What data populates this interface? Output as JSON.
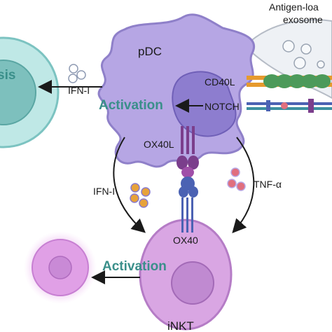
{
  "labels": {
    "antigen_line1": "Antigen-loa",
    "antigen_line2": "exosome",
    "pdc": "pDC",
    "cd40l": "CD40L",
    "notch": "NOTCH",
    "ifn_top": "IFN-I",
    "partial_left": "sis",
    "activation_top": "Activation",
    "ox40l": "OX40L",
    "ifn_mid": "IFN-I",
    "tnf": "TNF-α",
    "ox40": "OX40",
    "activation_bottom": "Activation",
    "inkt": "iNKT"
  },
  "colors": {
    "pdc_cell": "#b3a3e0",
    "pdc_nucleus": "#8a79cc",
    "inkt_cell": "#d9a6e3",
    "inkt_nucleus": "#c08ad1",
    "left_cell": "#9ed8d8",
    "left_nucleus": "#6fb6b6",
    "activation_text": "#3a8f8a",
    "arrow": "#1a1a1a",
    "ifn_particle": "#e7a23a",
    "tnf_particle": "#e06f7e",
    "receptor_purple": "#7b3e8c",
    "receptor_blue": "#4b62b3",
    "cd40_green": "#4c9a5a",
    "cd40_orange": "#e69a2e"
  }
}
